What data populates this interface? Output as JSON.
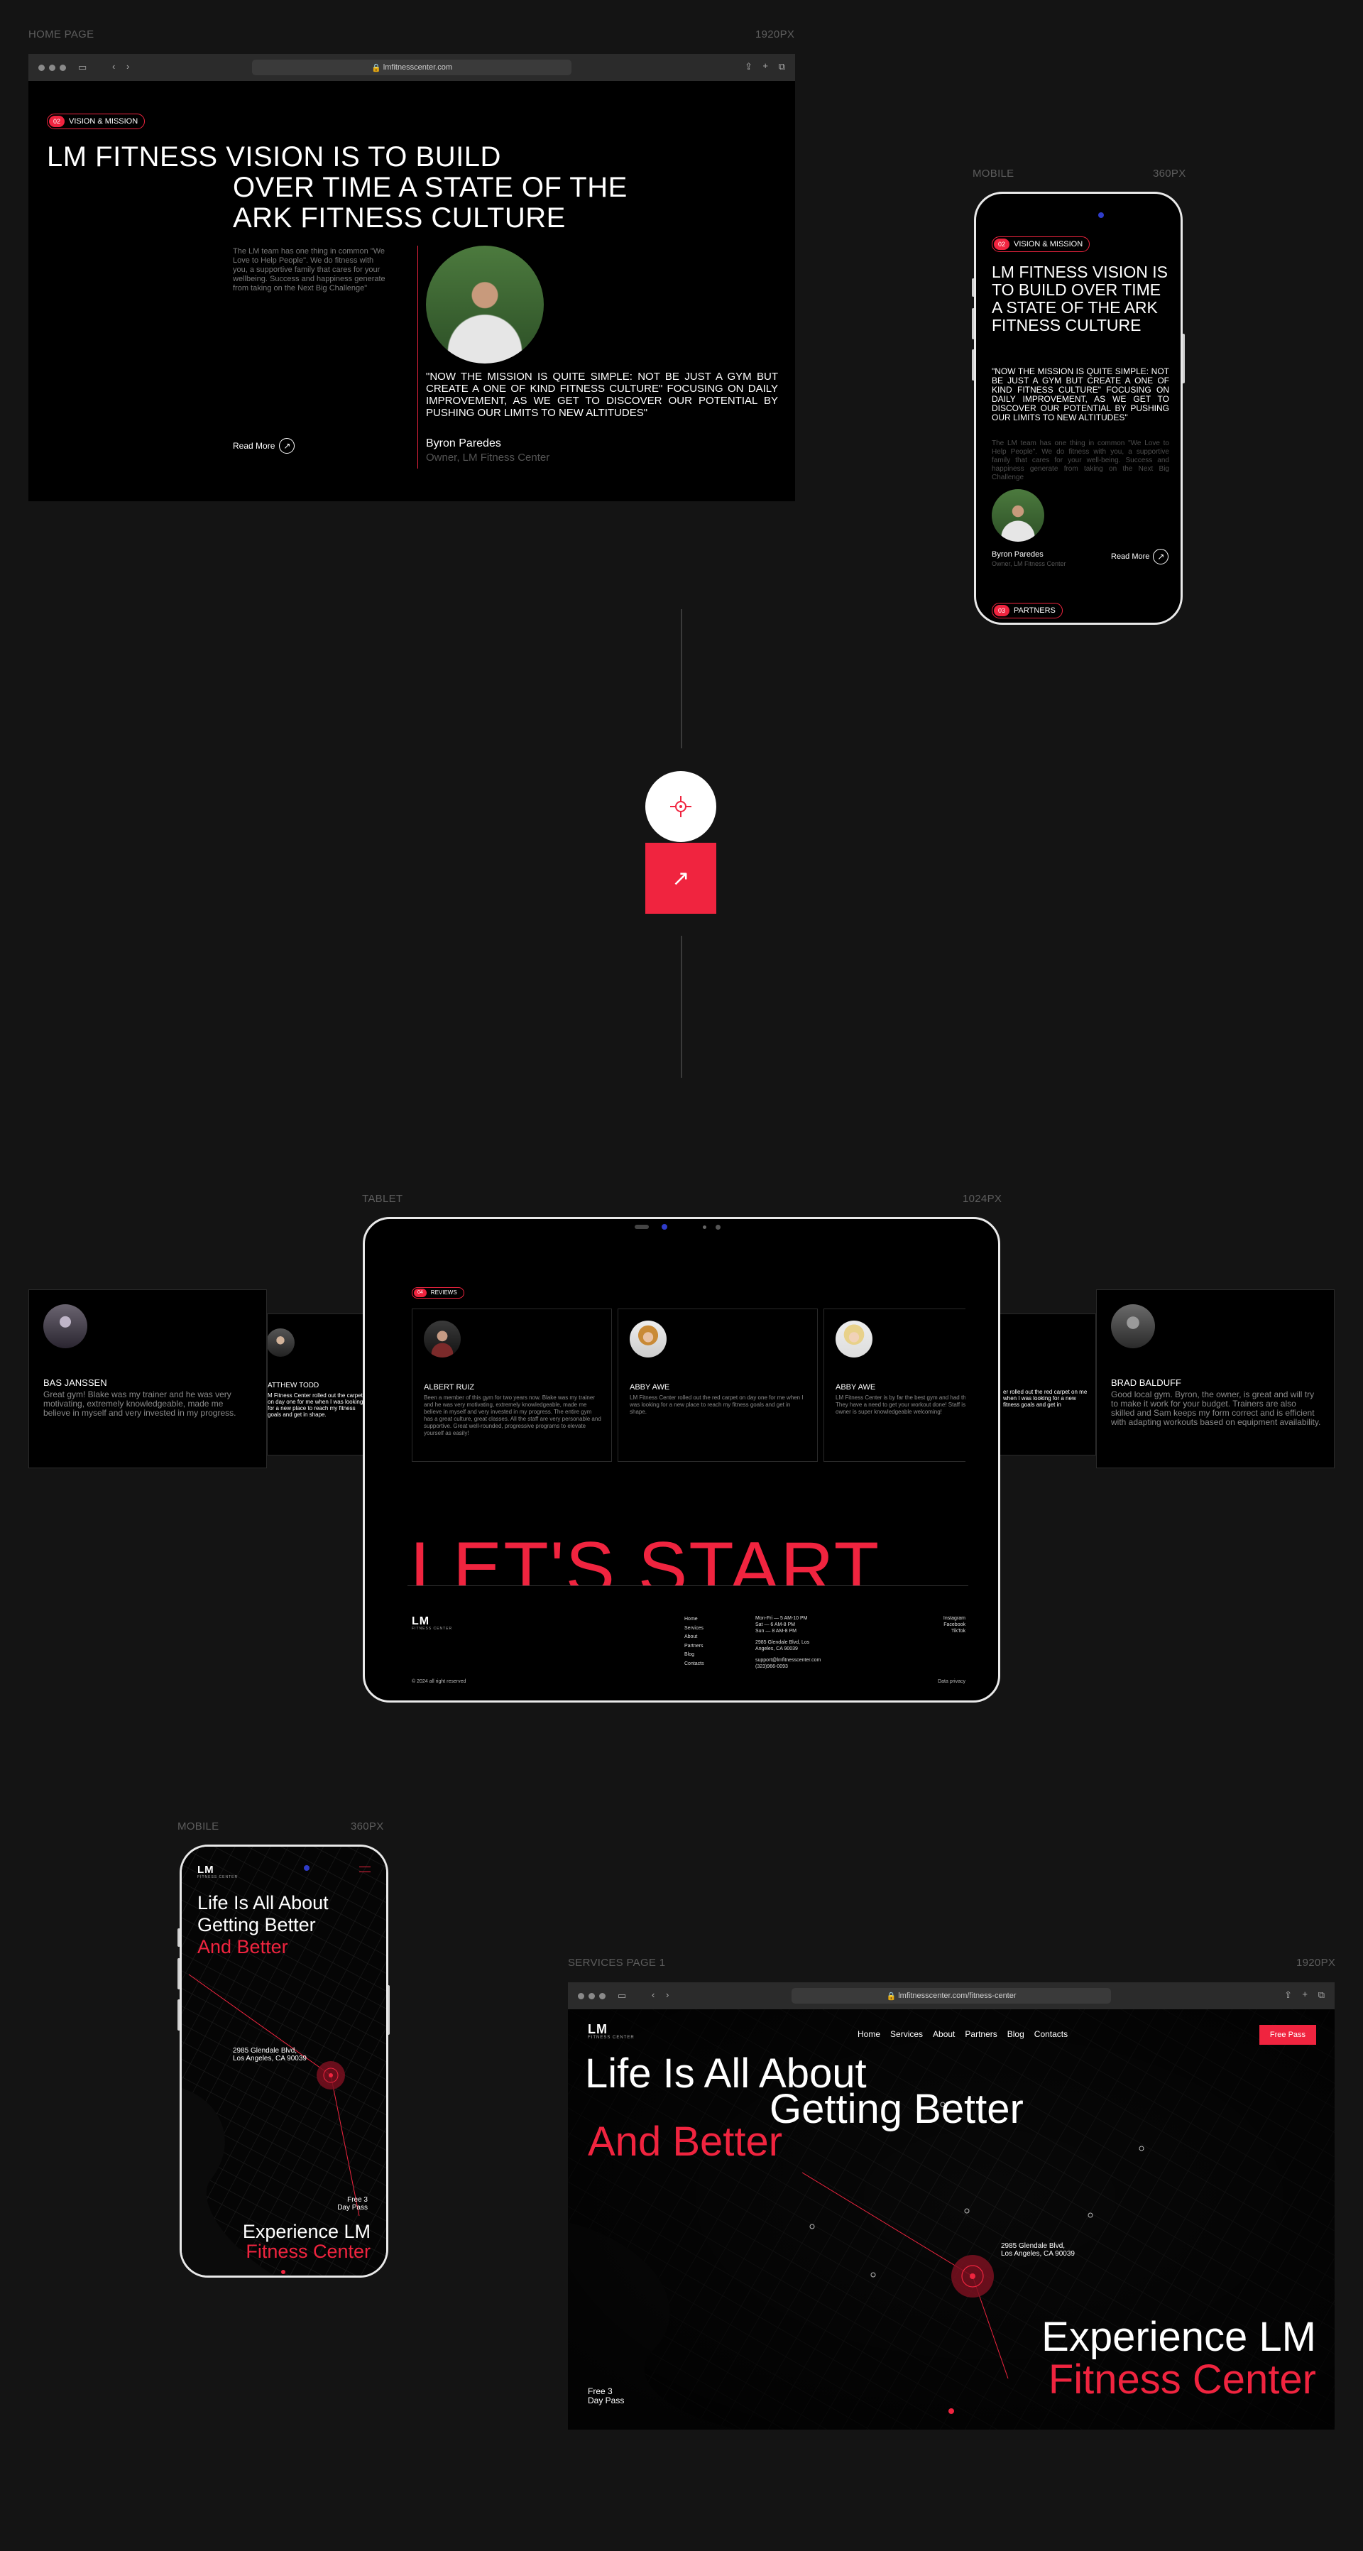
{
  "captions": {
    "home": "HOME PAGE",
    "home_size": "1920PX",
    "mobile1": "MOBILE",
    "mobile1_size": "360PX",
    "tablet": "TABLET",
    "tablet_size": "1024PX",
    "mobile2": "MOBILE",
    "mobile2_size": "360PX",
    "services": "SERVICES PAGE 1",
    "services_size": "1920PX"
  },
  "home": {
    "url": "lmfitnesscenter.com",
    "badge_num": "02",
    "badge_label": "VISION & MISSION",
    "headline_1": "LM FITNESS VISION IS TO BUILD",
    "headline_2": "OVER TIME A STATE OF THE",
    "headline_3": "ARK FITNESS CULTURE",
    "intro": "The LM team has one thing in common \"We Love to Help People\". We do fitness with you, a supportive family that cares for your wellbeing. Success and happiness generate from taking on the Next Big Challenge\"",
    "read_more": "Read More",
    "quote": "\"NOW THE MISSION IS QUITE SIMPLE: NOT BE JUST A GYM BUT CREATE A ONE OF KIND FITNESS CULTURE\" FOCUSING ON DAILY IMPROVEMENT, AS WE GET TO DISCOVER OUR POTENTIAL BY PUSHING OUR LIMITS TO NEW ALTITUDES\"",
    "author_name": "Byron Paredes",
    "author_role": "Owner, LM Fitness Center"
  },
  "mobile1": {
    "badge_num": "02",
    "badge_label": "VISION & MISSION",
    "headline": "LM FITNESS VISION IS TO BUILD OVER TIME A STATE OF THE ARK FITNESS CULTURE",
    "quote": "\"NOW THE MISSION IS QUITE SIMPLE: NOT BE JUST A GYM BUT CREATE A ONE OF KIND FITNESS CULTURE\" FOCUSING ON DAILY IMPROVEMENT, AS WE GET TO DISCOVER OUR POTENTIAL BY PUSHING OUR LIMITS TO NEW ALTITUDES\"",
    "intro": "The LM team has one thing in common \"We Love to Help People\". We do fitness with you, a supportive family that cares for your well-being. Success and happiness generate from taking on the Next Big Challenge",
    "author_name": "Byron Paredes",
    "author_role": "Owner, LM Fitness Center",
    "read_more": "Read More",
    "badge2_num": "03",
    "badge2_label": "PARTNERS"
  },
  "tablet": {
    "badge_num": "04",
    "badge_label": "REVIEWS",
    "reviews": [
      {
        "name": "ALBERT RUIZ",
        "text": "Been a member of this gym for two years now. Blake was my trainer and he was very motivating, extremely knowledgeable, made me believe in myself and very invested in my progress. The entire gym has a great culture, great classes. All the staff are very personable and supportive. Great well-rounded, progressive programs to elevate yourself as easily!"
      },
      {
        "name": "ABBY AWE",
        "text": "LM Fitness Center rolled out the red carpet on day one for me when I was looking for a new place to reach my fitness goals and get in shape."
      },
      {
        "name": "ABBY AWE",
        "text": "LM Fitness Center is by far the best gym and had the chance to visit! They have a need to get your workout done! Staff is a Byron the owner is super knowledgeable welcoming!"
      }
    ],
    "lets_start": "LET'S START",
    "logo": "LM",
    "logo_sub": "FITNESS CENTER",
    "copyright": "© 2024 all right reserved",
    "footer_links": [
      "Home",
      "Services",
      "About",
      "Partners",
      "Blog",
      "Contacts"
    ],
    "hours": [
      "Mon-Fri — 5 AM-10 PM",
      "Sat — 6 AM-8 PM",
      "Sun — 8 AM-8 PM"
    ],
    "address": [
      "2985 Glendale Blvd, Los",
      "Angeles, CA 90039"
    ],
    "email": "support@lmfitnesscenter.com",
    "phone": "(323)966-0093",
    "social": [
      "Instagram",
      "Facebook",
      "TikTok"
    ],
    "privacy": "Data privacy"
  },
  "side_cards": {
    "left": {
      "name": "BAS JANSSEN",
      "text": "Great gym! Blake was my trainer and he was very motivating, extremely knowledgeable, made me believe in myself and very invested in my progress."
    },
    "left_partial": {
      "name": "ATTHEW TODD",
      "text": "M Fitness Center rolled out the carpet on day one for me when I was looking for a new place to reach my fitness goals and get in shape."
    },
    "right_partial": {
      "text": "er rolled out the red carpet on me when I was looking for a new fitness goals and get in"
    },
    "right": {
      "name": "BRAD BALDUFF",
      "text": "Good local gym. Byron, the owner, is great and will try to make it work for your budget. Trainers are also skilled and Sam keeps my form correct and is efficient with adapting workouts based on equipment availability."
    }
  },
  "mobile2": {
    "logo": "LM",
    "logo_sub": "FITNESS CENTER",
    "line1": "Life Is All About",
    "line2": "Getting Better",
    "line3": "And Better",
    "address": [
      "2985 Glendale Blvd,",
      "Los Angeles, CA 90039"
    ],
    "free_pass": [
      "Free 3",
      "Day Pass"
    ],
    "bottom1": "Experience LM",
    "bottom2": "Fitness Center"
  },
  "services": {
    "url": "lmfitnesscenter.com/fitness-center",
    "logo": "LM",
    "logo_sub": "FITNESS CENTER",
    "nav": [
      "Home",
      "Services",
      "About",
      "Partners",
      "Blog",
      "Contacts"
    ],
    "cta": "Free Pass",
    "line1": "Life Is All About",
    "line2": "Getting Better",
    "line3": "And Better",
    "address": [
      "2985 Glendale Blvd,",
      "Los Angeles, CA 90039"
    ],
    "free_pass": [
      "Free 3",
      "Day Pass"
    ],
    "bottom1": "Experience LM",
    "bottom2": "Fitness Center"
  },
  "colors": {
    "accent": "#f0243f",
    "bg": "#141414",
    "panel": "#000000"
  },
  "icons": {
    "target": "crosshair-icon",
    "arrow": "arrow-up-right-icon",
    "menu": "hamburger-menu-icon"
  }
}
